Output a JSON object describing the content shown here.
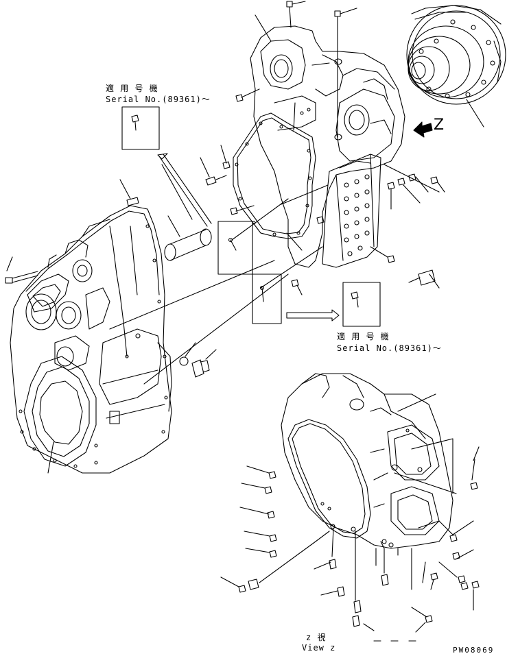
{
  "callouts": {
    "serial_top": {
      "jp": "適 用 号 機",
      "en": "Serial No.(89361)～"
    },
    "serial_mid": {
      "jp": "適 用 号 機",
      "en": "Serial No.(89361)～"
    }
  },
  "view": {
    "letter": "Z",
    "jp": "z  視",
    "en": "View z"
  },
  "drawing_code": "PW08069"
}
